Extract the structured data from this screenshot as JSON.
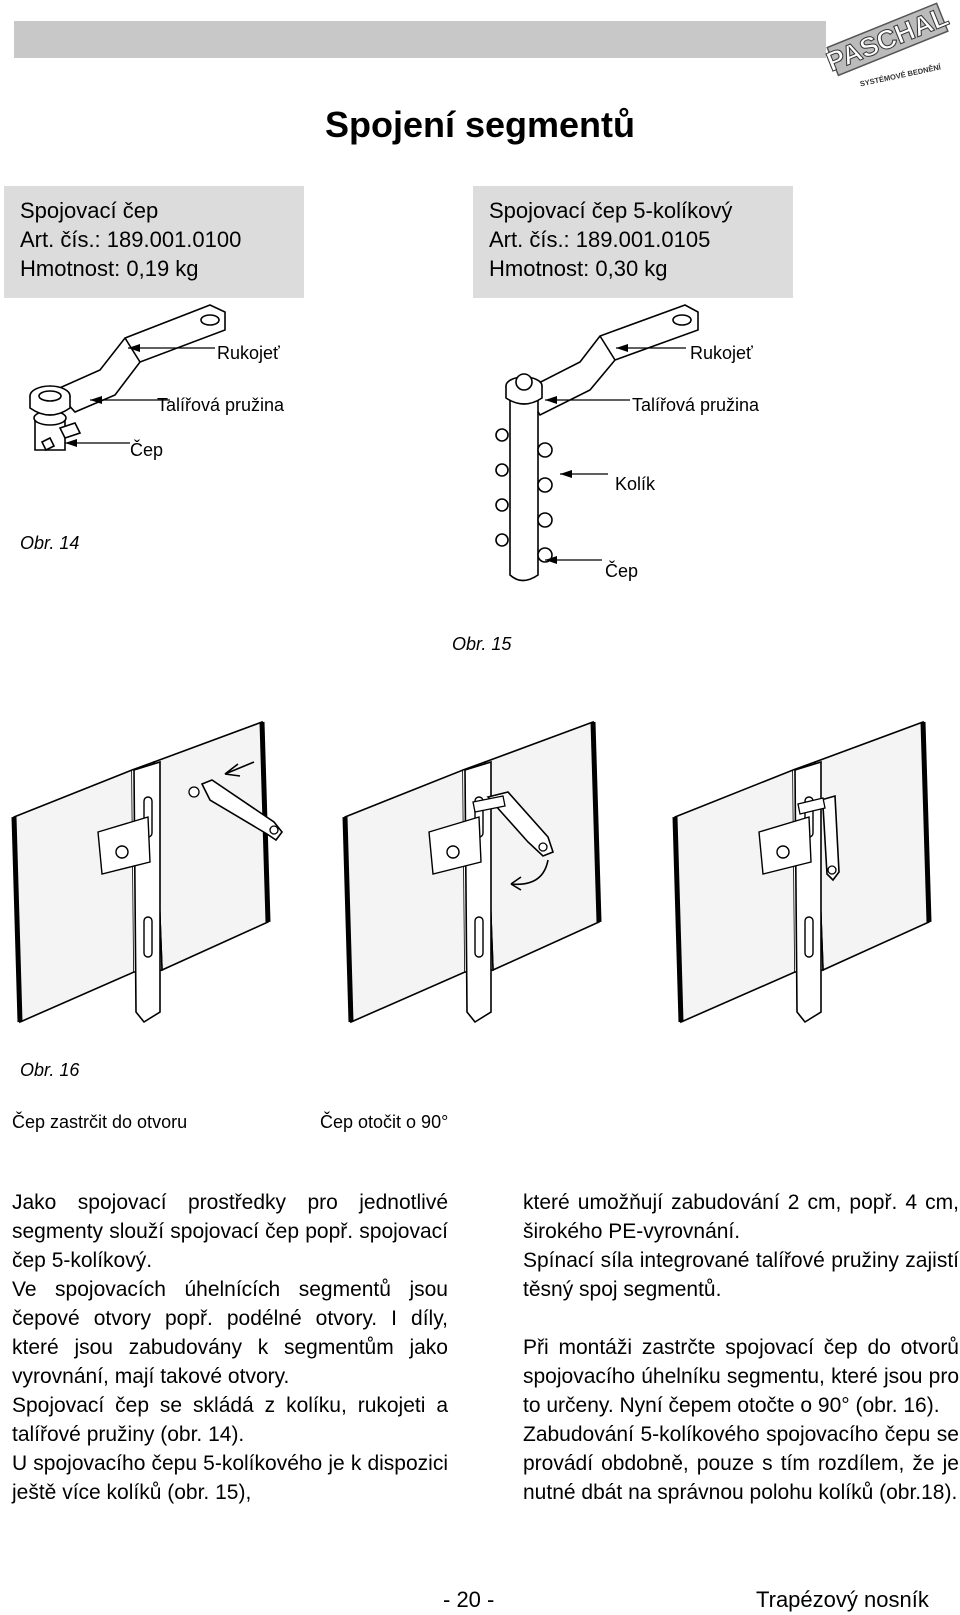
{
  "header": {
    "logo_text": "PASCHAL",
    "logo_subtext": "SYSTÉMOVÉ BEDNĚNÍ"
  },
  "title": "Spojení segmentů",
  "box_left": {
    "line1": "Spojovací čep",
    "line2": "Art. čís.: 189.001.0100",
    "line3": "Hmotnost: 0,19 kg"
  },
  "box_right": {
    "line1": "Spojovací čep 5-kolíkový",
    "line2": "Art. čís.: 189.001.0105",
    "line3": "Hmotnost: 0,30 kg"
  },
  "fig14": {
    "label_handle": "Rukojeť",
    "label_spring": "Talířová pružina",
    "label_pin": "Čep",
    "caption": "Obr. 14"
  },
  "fig15": {
    "label_handle": "Rukojeť",
    "label_spring": "Talířová pružina",
    "label_peg": "Kolík",
    "label_pin": "Čep",
    "caption": "Obr. 15"
  },
  "fig16": {
    "caption": "Obr. 16",
    "step1": "Čep zastrčit do otvoru",
    "step2": "Čep otočit o 90°"
  },
  "text_left": [
    "Jako spojovací prostředky pro jednotlivé segmenty slouží spojovací čep popř. spojovací čep 5-kolíkový.",
    "Ve spojovacích úhelnících segmentů jsou čepové otvory popř. podélné otvory. I díly, které jsou zabudovány k segmentům jako vyrovnání, mají takové otvory.",
    "Spojovací čep se skládá z kolíku, rukojeti a talířové pružiny (obr. 14).",
    "U spojovacího čepu 5-kolíkového je k dispozici ještě více kolíků (obr. 15),"
  ],
  "text_right": [
    "které umožňují zabudování 2 cm, popř. 4 cm, širokého PE-vyrovnání.",
    "Spínací síla integrované talířové pružiny zajistí těsný spoj segmentů.",
    "Při montáži zastrčte spojovací čep do otvorů spojovacího úhelníku segmentu, které jsou pro to určeny. Nyní čepem otočte o 90° (obr. 16).",
    "Zabudování 5-kolíkového spojovacího čepu se provádí obdobně, pouze s tím rozdílem, že je nutné dbát na správnou polohu kolíků (obr.18)."
  ],
  "footer": {
    "page": "- 20 -",
    "section": "Trapézový nosník"
  }
}
